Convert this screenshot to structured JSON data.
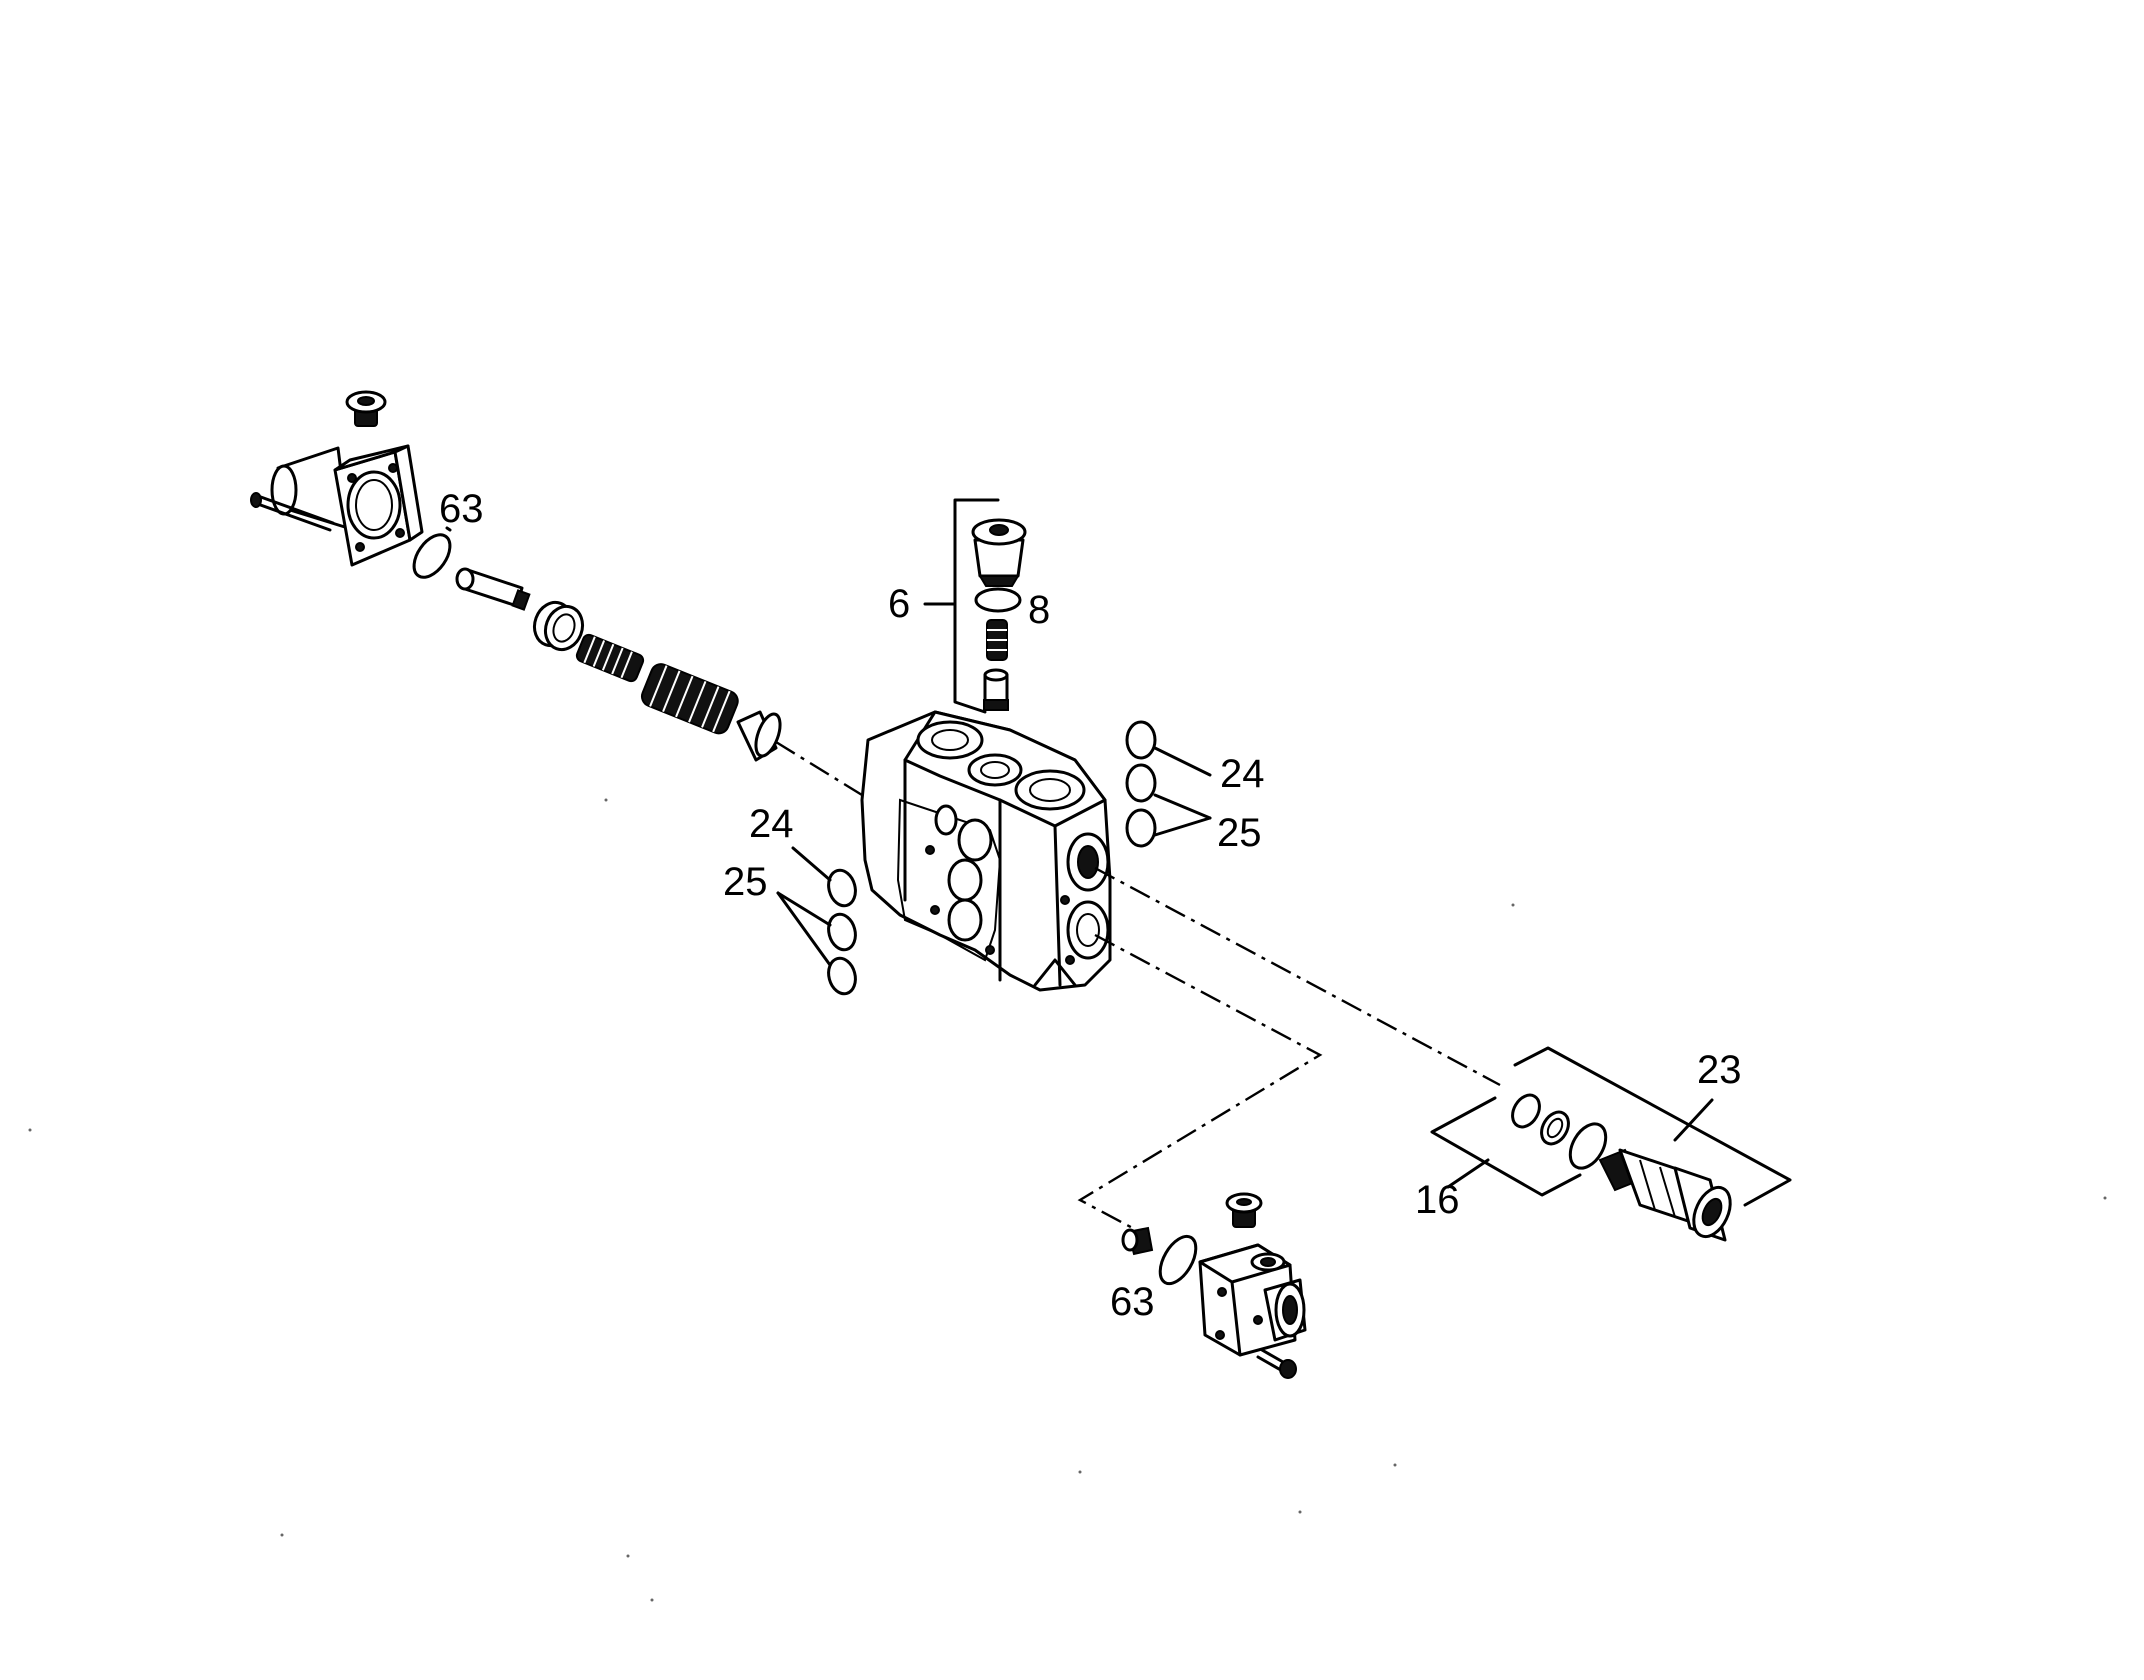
{
  "diagram": {
    "callouts": {
      "c63_top": "63",
      "c6": "6",
      "c8": "8",
      "c24_right": "24",
      "c25_right": "25",
      "c24_left": "24",
      "c25_left": "25",
      "c23": "23",
      "c16": "16",
      "c63_bottom": "63"
    }
  }
}
